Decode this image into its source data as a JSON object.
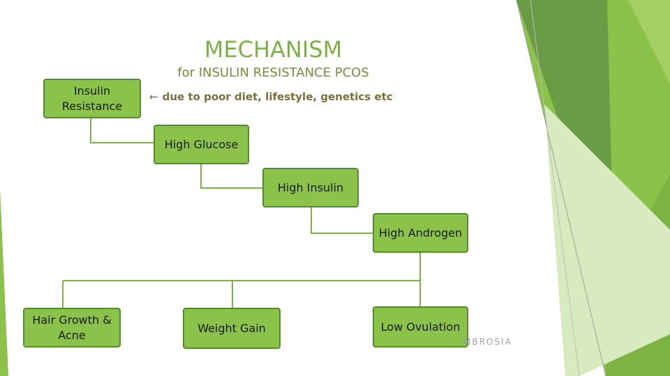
{
  "slide": {
    "title": "MECHANISM",
    "subtitle": "for INSULIN RESISTANCE PCOS",
    "note": "due to poor diet, lifestyle, genetics etc",
    "note_icon": "left-arrow-glyph"
  },
  "boxes": {
    "insulin_resistance": "Insulin Resistance",
    "high_glucose": "High Glucose",
    "high_insulin": "High Insulin",
    "high_androgen": "High Androgen",
    "hair_growth_acne": "Hair Growth & Acne",
    "weight_gain": "Weight Gain",
    "low_ovulation": "Low Ovulation"
  },
  "watermark": {
    "logo_text": "MBROSIA"
  },
  "colors": {
    "box_fill": "#8bc34a",
    "box_border": "#558b2f",
    "connector": "#7cb342",
    "title": "#7cb342",
    "accent_dark": "#5b8c2f"
  }
}
